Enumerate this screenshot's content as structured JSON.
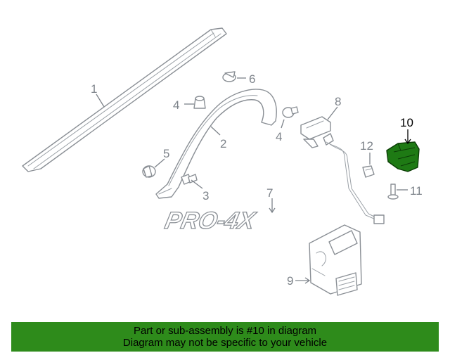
{
  "callouts": {
    "c1": "1",
    "c2": "2",
    "c3": "3",
    "c4a": "4",
    "c4b": "4",
    "c5": "5",
    "c6": "6",
    "c7": "7",
    "c8": "8",
    "c9": "9",
    "c10": "10",
    "c11": "11",
    "c12": "12"
  },
  "badge_text": "PRO-4X",
  "highlighted_part": "10",
  "colors": {
    "highlight": "#1e7a14",
    "footer": "#2e8b1b",
    "line": "#8a8f95"
  },
  "footer": {
    "line1": "Part or sub-assembly is #10 in diagram",
    "line2": "Diagram may not be specific to your vehicle"
  }
}
